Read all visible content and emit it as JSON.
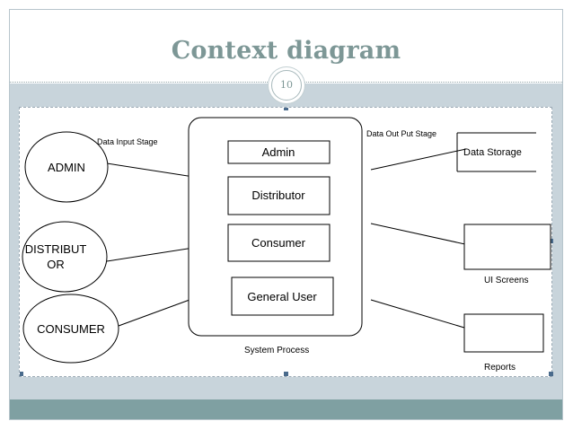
{
  "slide": {
    "title": "Context diagram",
    "page_number": "10"
  },
  "diagram": {
    "external_entities": [
      "ADMIN",
      "DISTRIBUTOR",
      "CONSUMER"
    ],
    "distributor_lines": [
      "DISTRIBUT",
      "OR"
    ],
    "input_stage_label": "Data Input Stage",
    "output_stage_label": "Data Out Put Stage",
    "process_label": "System Process",
    "process_items": [
      "Admin",
      "Distributor",
      "Consumer",
      "General User"
    ],
    "data_storage_label": "Data Storage",
    "ui_screens_label": "UI Screens",
    "reports_label": "Reports"
  }
}
